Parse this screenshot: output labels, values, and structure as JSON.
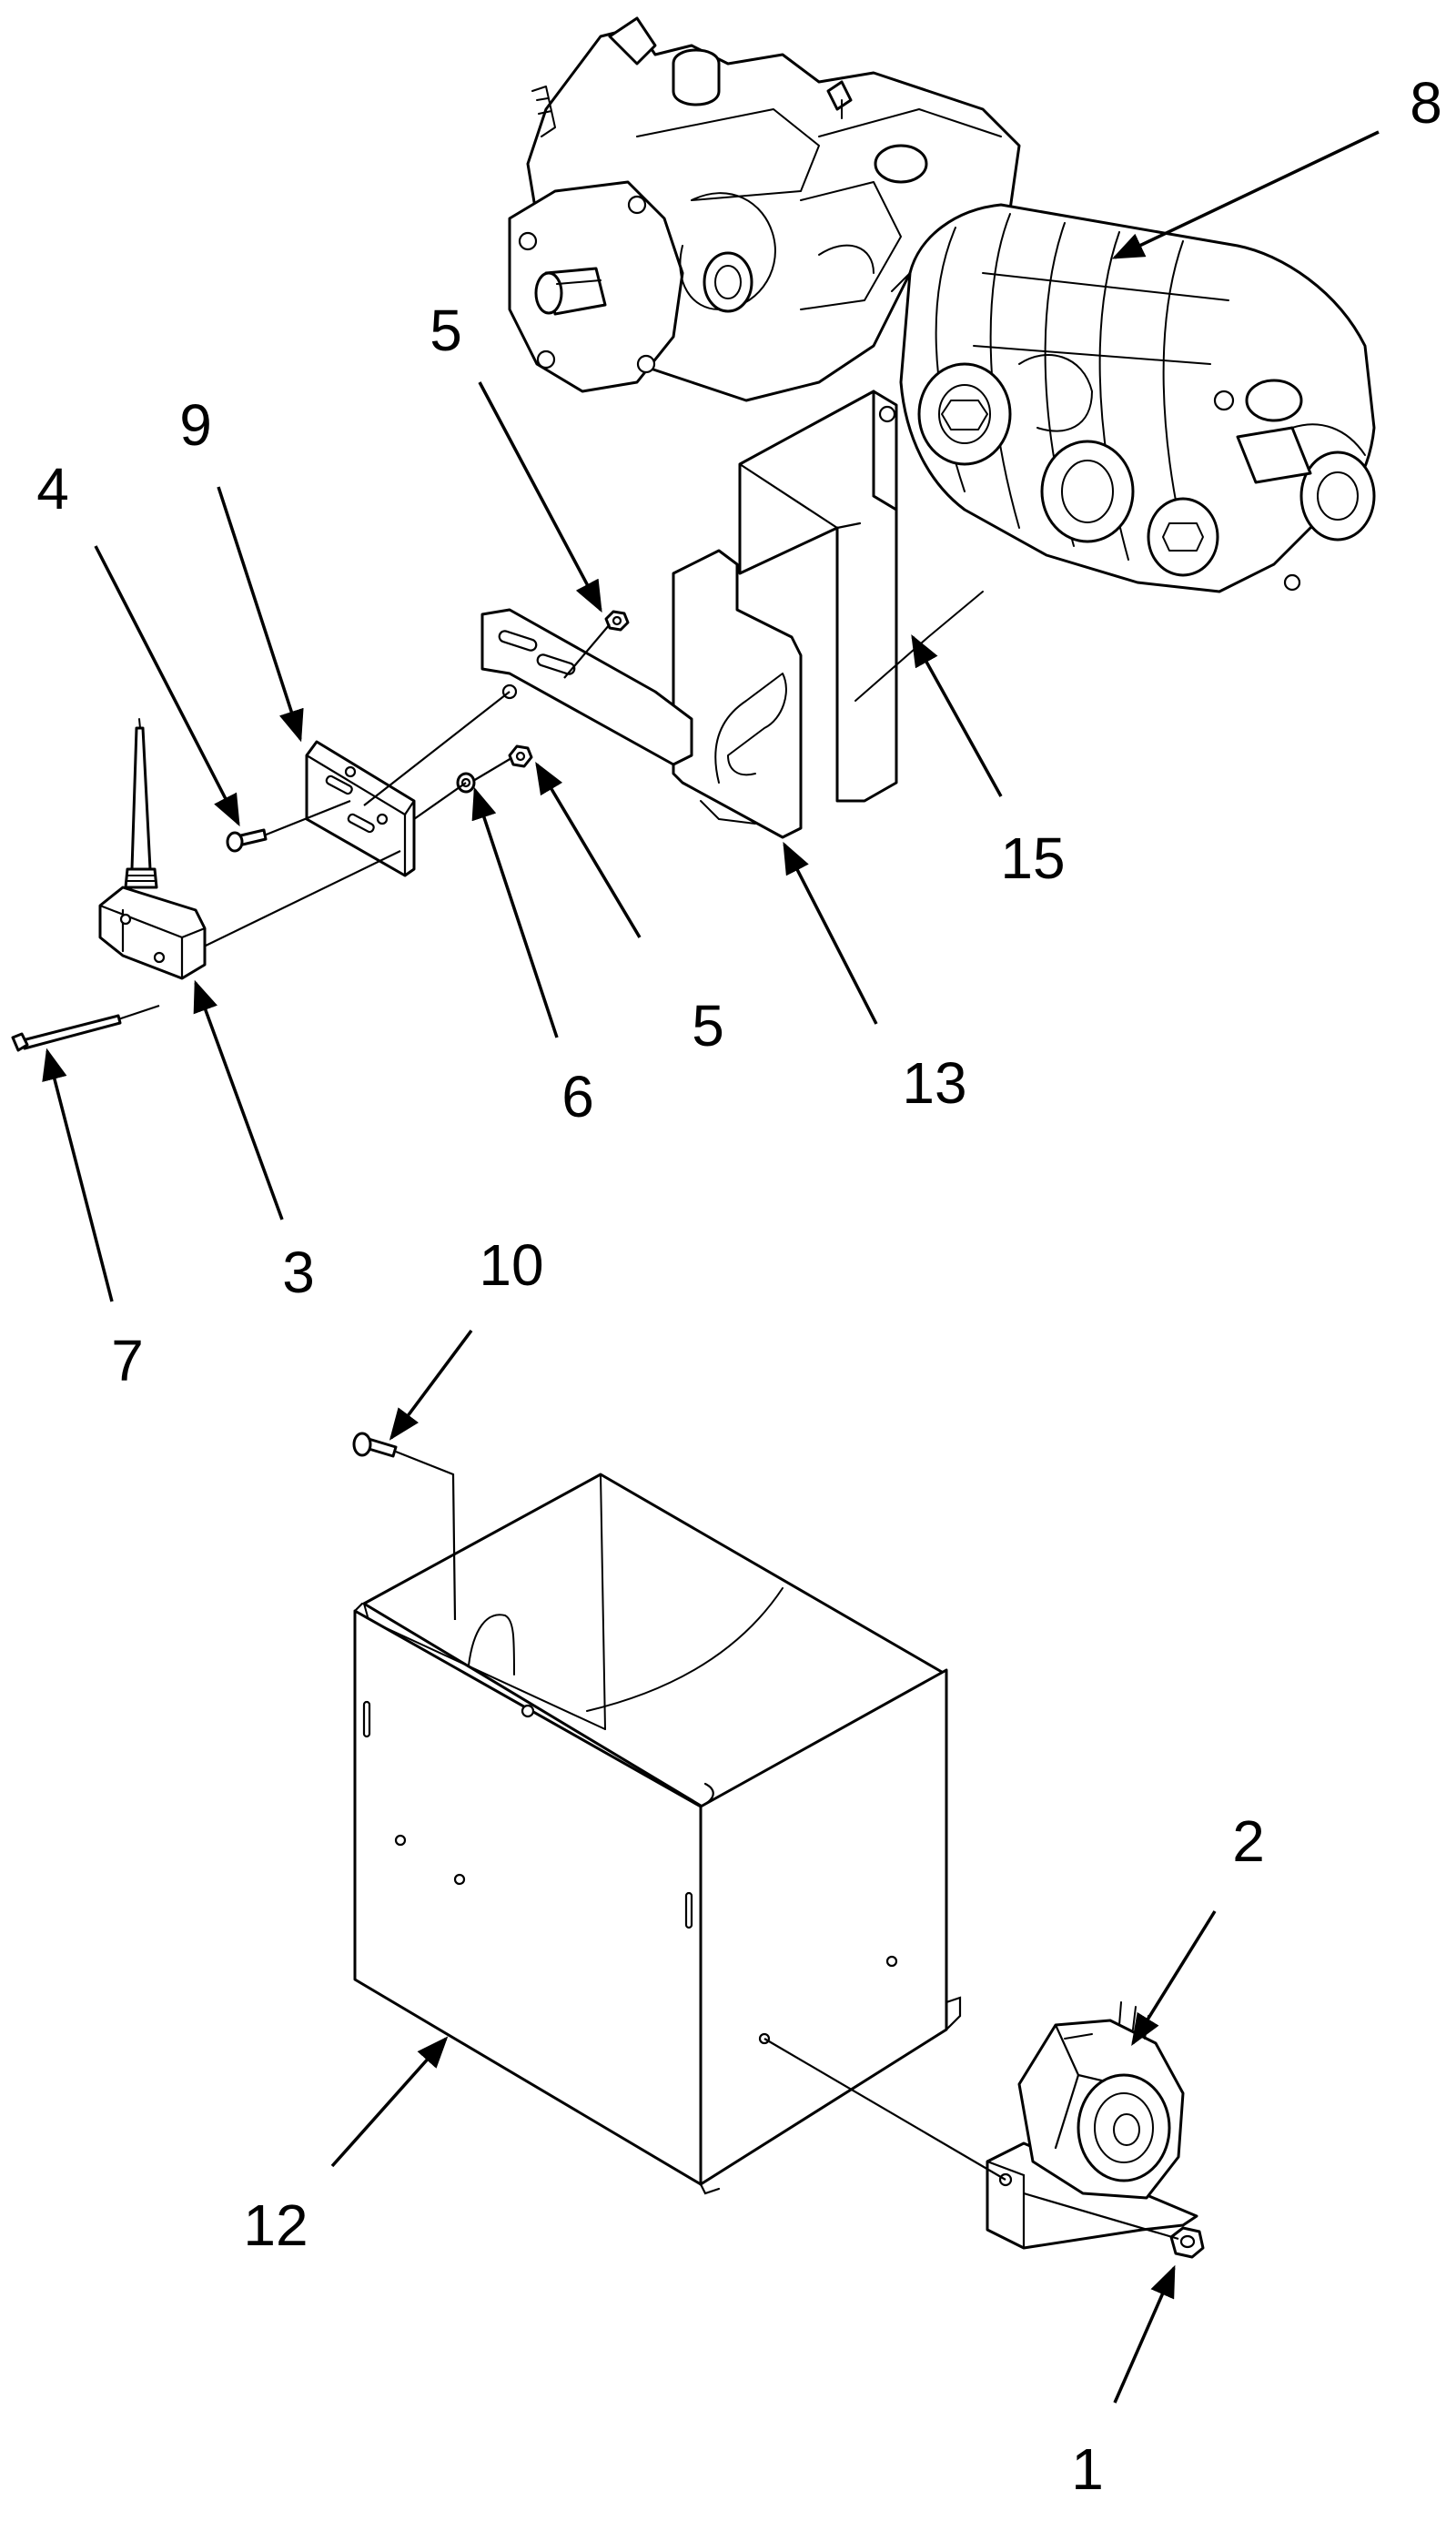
{
  "callouts": [
    {
      "id": "1",
      "label": "1"
    },
    {
      "id": "2",
      "label": "2"
    },
    {
      "id": "3",
      "label": "3"
    },
    {
      "id": "4",
      "label": "4"
    },
    {
      "id": "5a",
      "label": "5"
    },
    {
      "id": "5b",
      "label": "5"
    },
    {
      "id": "6",
      "label": "6"
    },
    {
      "id": "7",
      "label": "7"
    },
    {
      "id": "8",
      "label": "8"
    },
    {
      "id": "9",
      "label": "9"
    },
    {
      "id": "10",
      "label": "10"
    },
    {
      "id": "12",
      "label": "12"
    },
    {
      "id": "13",
      "label": "13"
    },
    {
      "id": "15",
      "label": "15"
    }
  ]
}
